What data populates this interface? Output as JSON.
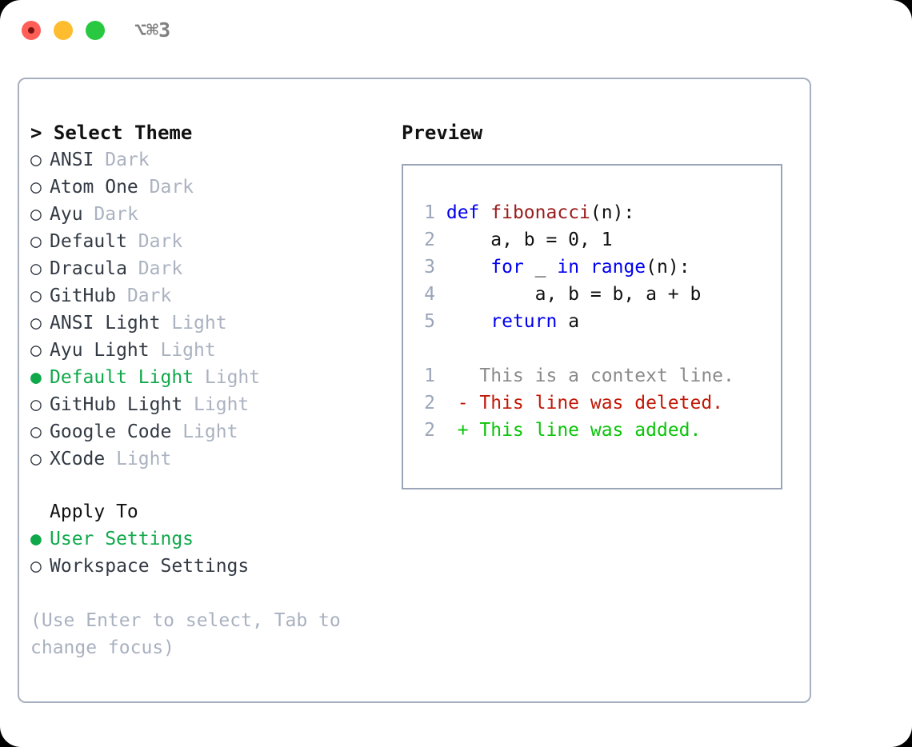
{
  "titlebar": {
    "shortcut": "⌥⌘3",
    "buttons": [
      {
        "name": "close",
        "color": "#ff5f57"
      },
      {
        "name": "minimize",
        "color": "#febc2e"
      },
      {
        "name": "maximize",
        "color": "#28c840"
      }
    ]
  },
  "theme_picker": {
    "heading": "> Select Theme",
    "bullet_unselected": "○",
    "bullet_selected": "●",
    "options": [
      {
        "bullet": "○",
        "label": "ANSI",
        "tag": "Dark",
        "selected": false
      },
      {
        "bullet": "○",
        "label": "Atom One",
        "tag": "Dark",
        "selected": false
      },
      {
        "bullet": "○",
        "label": "Ayu",
        "tag": "Dark",
        "selected": false
      },
      {
        "bullet": "○",
        "label": "Default",
        "tag": "Dark",
        "selected": false
      },
      {
        "bullet": "○",
        "label": "Dracula",
        "tag": "Dark",
        "selected": false
      },
      {
        "bullet": "○",
        "label": "GitHub",
        "tag": "Dark",
        "selected": false
      },
      {
        "bullet": "○",
        "label": "ANSI Light",
        "tag": "Light",
        "selected": false
      },
      {
        "bullet": "○",
        "label": "Ayu Light",
        "tag": "Light",
        "selected": false
      },
      {
        "bullet": "●",
        "label": "Default Light",
        "tag": "Light",
        "selected": true
      },
      {
        "bullet": "○",
        "label": "GitHub Light",
        "tag": "Light",
        "selected": false
      },
      {
        "bullet": "○",
        "label": "Google Code",
        "tag": "Light",
        "selected": false
      },
      {
        "bullet": "○",
        "label": "XCode",
        "tag": "Light",
        "selected": false
      }
    ]
  },
  "apply_to": {
    "heading": "Apply To",
    "options": [
      {
        "bullet": "●",
        "label": "User Settings",
        "selected": true
      },
      {
        "bullet": "○",
        "label": "Workspace Settings",
        "selected": false
      }
    ]
  },
  "hint": {
    "line1": "(Use Enter to select, Tab to",
    "line2": "change focus)"
  },
  "preview": {
    "title": "Preview",
    "code_lines": [
      {
        "no": "1",
        "tokens": [
          {
            "t": " ",
            "c": "plain"
          },
          {
            "t": "def",
            "c": "kw"
          },
          {
            "t": " ",
            "c": "plain"
          },
          {
            "t": "fibonacci",
            "c": "fn"
          },
          {
            "t": "(n):",
            "c": "plain"
          }
        ]
      },
      {
        "no": "2",
        "tokens": [
          {
            "t": "     a, b = 0, 1",
            "c": "plain"
          }
        ]
      },
      {
        "no": "3",
        "tokens": [
          {
            "t": "     ",
            "c": "plain"
          },
          {
            "t": "for",
            "c": "kw"
          },
          {
            "t": " _ ",
            "c": "plain"
          },
          {
            "t": "in",
            "c": "kw"
          },
          {
            "t": " ",
            "c": "plain"
          },
          {
            "t": "range",
            "c": "kw"
          },
          {
            "t": "(n):",
            "c": "plain"
          }
        ]
      },
      {
        "no": "4",
        "tokens": [
          {
            "t": "         a, b = b, a + b",
            "c": "plain"
          }
        ]
      },
      {
        "no": "5",
        "tokens": [
          {
            "t": "     ",
            "c": "plain"
          },
          {
            "t": "return",
            "c": "kw"
          },
          {
            "t": " a",
            "c": "plain"
          }
        ]
      }
    ],
    "diff_lines": [
      {
        "no": "1",
        "marker": " ",
        "text": "  This is a context line.",
        "kind": "ctx"
      },
      {
        "no": "2",
        "marker": " ",
        "text": "- This line was deleted.",
        "kind": "del"
      },
      {
        "no": "2",
        "marker": " ",
        "text": "+ This line was added.",
        "kind": "add"
      }
    ]
  },
  "colors": {
    "accent_green": "#0fa84a",
    "muted": "#aab2c0",
    "keyword_blue": "#0000ee",
    "function_red": "#9b1c1c",
    "diff_add": "#0ac40a",
    "diff_del": "#c21807",
    "panel_border": "#a7b0c0"
  }
}
